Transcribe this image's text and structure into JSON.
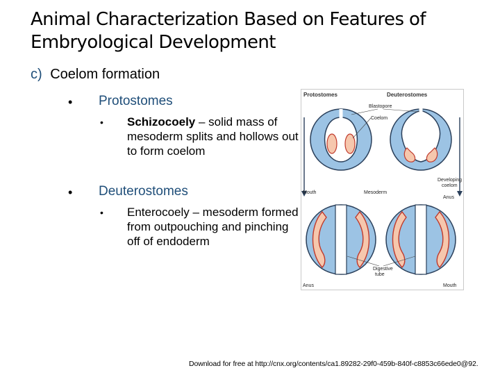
{
  "title": "Animal Characterization Based on Features of Embryological Development",
  "subheading": {
    "letter": "c)",
    "text": "Coelom formation"
  },
  "protostomes": {
    "label": "Protostomes",
    "detail_term": "Schizocoely",
    "detail_text": " – solid mass of mesoderm splits and hollows out to form coelom"
  },
  "deuterostomes": {
    "label": "Deuterostomes",
    "detail_text": "Enterocoely – mesoderm formed from outpouching and pinching off of endoderm"
  },
  "figure": {
    "header_left": "Protostomes",
    "header_right": "Deuterostomes",
    "labels": {
      "blastopore": "Blastopore",
      "coelom": "Coelom",
      "mouth": "Mouth",
      "mesoderm": "Mesoderm",
      "developing": "Developing",
      "coelom2": "coelom",
      "anus": "Anus",
      "digestive": "Digestive",
      "tube": "tube",
      "anus_bottom": "Anus",
      "mouth_bottom": "Mouth"
    },
    "colors": {
      "ring": "#9cc3e4",
      "outline": "#2a3f5a",
      "mesoderm": "#f6c7ad",
      "mesoderm_edge": "#c0392b"
    }
  },
  "footer": "Download for free at http://cnx.org/contents/ca1.89282-29f0-459b-840f-c8853c66ede0@92."
}
